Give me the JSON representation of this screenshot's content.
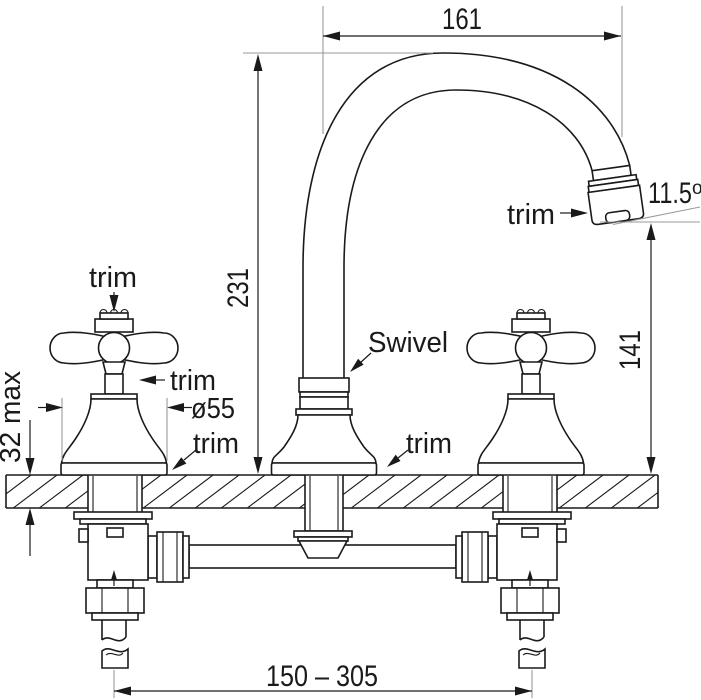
{
  "colors": {
    "line": "#1a1a1a",
    "reference": "#9a9a9a",
    "background": "#ffffff"
  },
  "dimensions": {
    "spout_reach": "161",
    "spout_height": "231",
    "outlet_height": "141",
    "angle_value": "11.5",
    "angle_unit": "o",
    "deck_thickness": "32 max",
    "base_diameter": "ø55",
    "inlet_centres": "150 – 305"
  },
  "labels": {
    "trim_handle_top": "trim",
    "trim_handle_stem": "trim",
    "trim_handle_base": "trim",
    "trim_spout_base": "trim",
    "trim_spout_outlet": "trim",
    "swivel": "Swivel"
  }
}
